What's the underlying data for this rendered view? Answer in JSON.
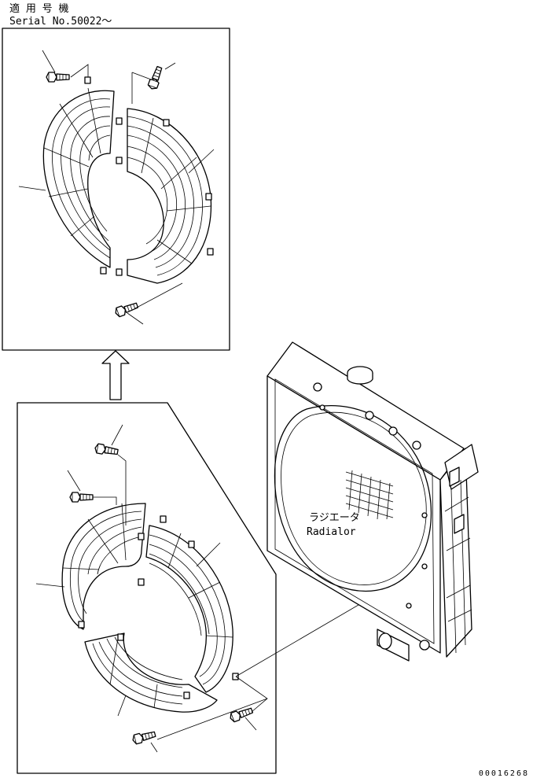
{
  "header": {
    "applicable_label": "適 用 号 機",
    "serial_label": "Serial No.50022～"
  },
  "radiator": {
    "label_jp": "ラジエータ",
    "label_en": "Radialor"
  },
  "drawing_number": "00016268"
}
